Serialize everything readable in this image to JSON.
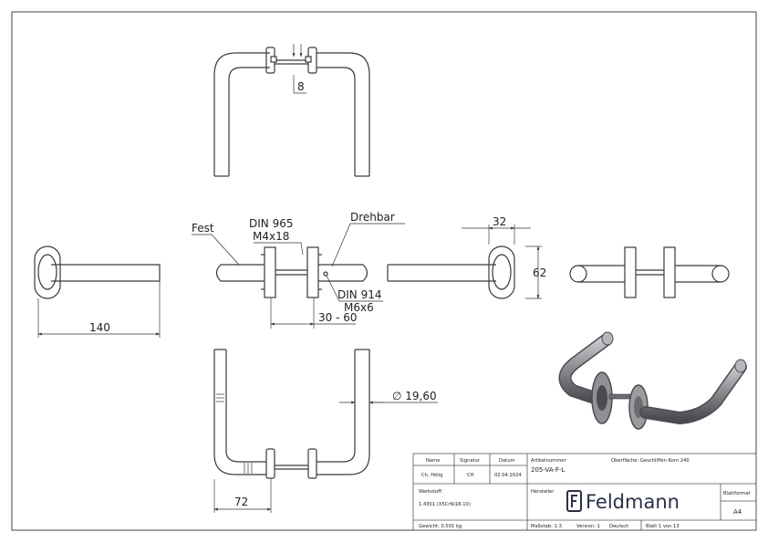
{
  "drawing": {
    "dimensions": {
      "spacing": "8",
      "width_32": "32",
      "height_62": "62",
      "length_140": "140",
      "door_range": "30 - 60",
      "diameter": "∅ 19,60",
      "depth_72": "72"
    },
    "labels": {
      "fixed": "Fest",
      "din965_line1": "DIN 965",
      "din965_line2": "M4x18",
      "rotating": "Drehbar",
      "din914_line1": "DIN 914",
      "din914_line2": "M6x6"
    }
  },
  "title_block": {
    "name_header": "Name",
    "signature_header": "Signatur",
    "date_header": "Datum",
    "name_value": "Ch. Hölig",
    "signature_value": "CH",
    "date_value": "02.04.2024",
    "article_label": "Artikelnummer",
    "article_number": "205-VA-F-L",
    "surface_text": "Oberfläche:  Geschliffen Korn 240",
    "material_label": "Werkstoff:",
    "material_value": "1.4301 (X5CrNi18-10)",
    "manufacturer_label": "Hersteller",
    "brand_name": "Feldmann",
    "sheet_format_label": "Blattformat",
    "sheet_format_value": "A4",
    "weight": "Gewicht: 0.501 kg",
    "scale": "Maßstab: 1:3",
    "version": "Version: 1",
    "language": "Deutsch",
    "sheet_index": "Blatt 1 von 13"
  },
  "colors": {
    "line": "#3a3a3a",
    "render_metal": "#8e9094",
    "render_dark": "#4a4c52",
    "brand": "#2a2f4a"
  }
}
